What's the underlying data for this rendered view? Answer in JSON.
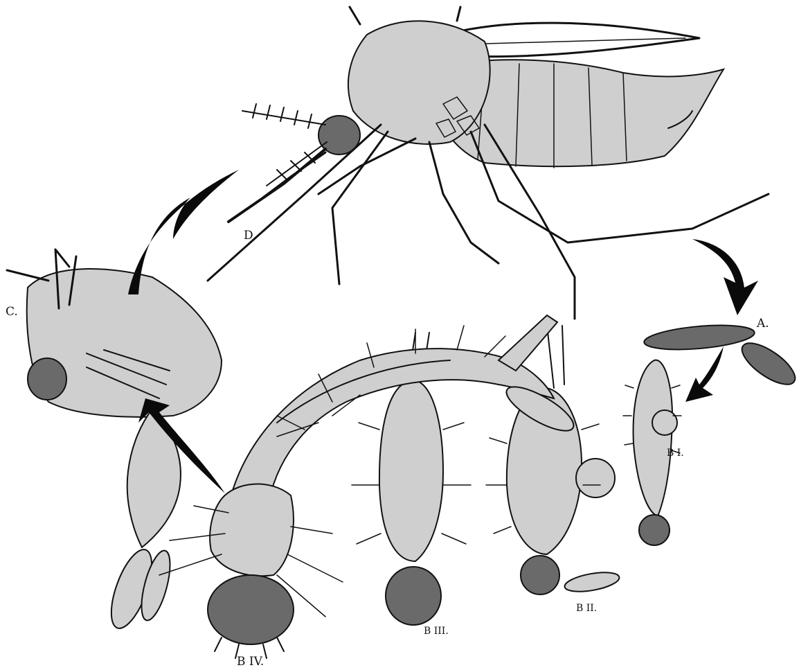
{
  "labels": {
    "adult": "D.",
    "pupa": "C.",
    "eggs": "A.",
    "larva_stage_1": "B I.",
    "larva_stage_2": "B II.",
    "larva_stage_3": "B III.",
    "larva_stage_4": "B IV."
  },
  "colors": {
    "ink": "#111111",
    "shading": "#cfcfcf",
    "dark_shading": "#6a6a6a",
    "arrow": "#0a0a0a",
    "background": "#ffffff"
  }
}
